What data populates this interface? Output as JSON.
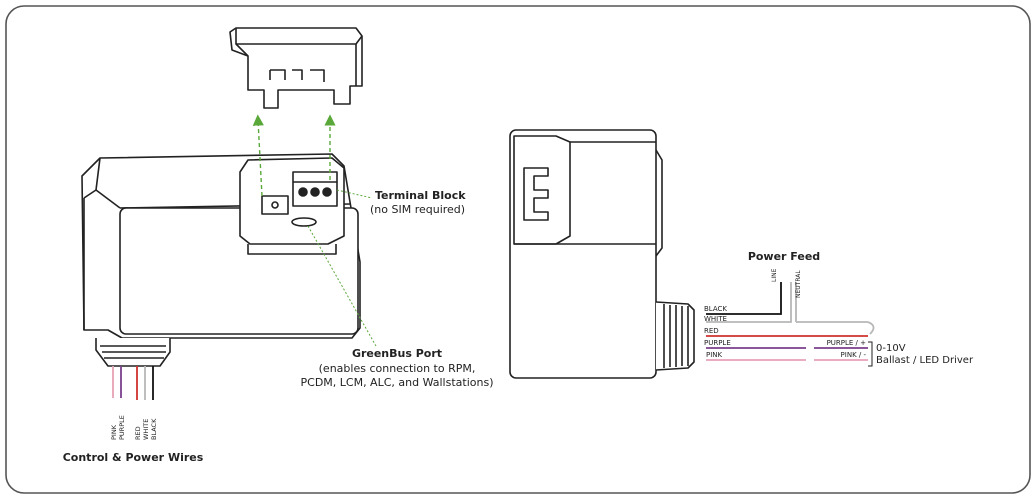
{
  "left_diagram": {
    "terminal_block": {
      "title": "Terminal Block",
      "note": "(no SIM required)"
    },
    "greenbus_port": {
      "title": "GreenBus Port",
      "line1": "(enables connection to RPM,",
      "line2": "PCDM, LCM, ALC, and Wallstations)"
    },
    "wires": [
      {
        "label": "PINK",
        "color": "#e7a1b5"
      },
      {
        "label": "PURPLE",
        "color": "#7b3f8c"
      },
      {
        "label": "RED",
        "color": "#d0312d"
      },
      {
        "label": "WHITE",
        "color": "#b7b7b7"
      },
      {
        "label": "BLACK",
        "color": "#111111"
      }
    ],
    "wires_caption": "Control & Power Wires"
  },
  "right_diagram": {
    "power_feed": {
      "title": "Power Feed",
      "line": "LINE",
      "neutral": "NEUTRAL"
    },
    "wire_labels": {
      "black": "BLACK",
      "white": "WHITE",
      "red": "RED",
      "purple": "PURPLE",
      "pink": "PINK",
      "purple_plus": "PURPLE / +",
      "pink_minus": "PINK / -"
    },
    "driver": {
      "line1": "0-10V",
      "line2": "Ballast / LED Driver"
    }
  },
  "colors": {
    "outline": "#222222",
    "arrow_green": "#5aa83a",
    "frame": "#555555"
  }
}
